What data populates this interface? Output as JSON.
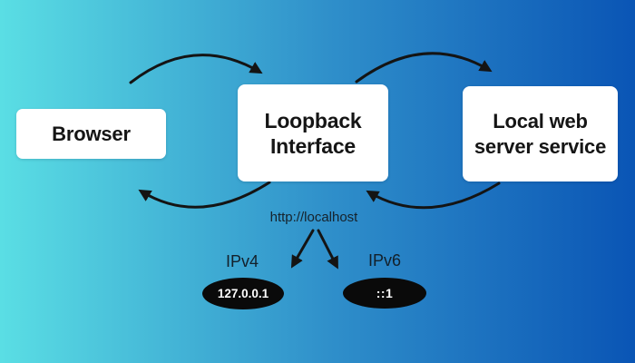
{
  "diagram": {
    "browser": {
      "label": "Browser"
    },
    "loopback": {
      "line1": "Loopback",
      "line2": "Interface"
    },
    "webserver": {
      "line1": "Local web",
      "line2": "server service"
    },
    "url": "http://localhost",
    "ipv4": {
      "name": "IPv4",
      "address": "127.0.0.1"
    },
    "ipv6": {
      "name": "IPv6",
      "address": "::1"
    },
    "colors": {
      "background_gradient_left": "#5adee4",
      "background_gradient_mid": "#2f8fca",
      "background_gradient_right": "#0a55b5",
      "node_fill": "#ffffff",
      "node_text": "#151515",
      "arrow": "#141414",
      "address_pill_fill": "#0a0a0a",
      "address_pill_text": "#ffffff"
    }
  }
}
